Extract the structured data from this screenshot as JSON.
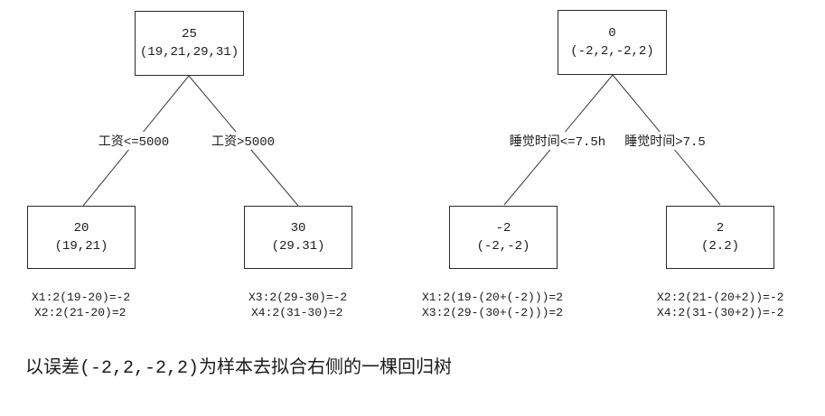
{
  "caption": "以误差(-2,2,-2,2)为样本去拟合右侧的一棵回归树",
  "colors": {
    "background": "#ffffff",
    "line": "#3a3a3a",
    "node_border": "#2a2a2a",
    "text": "#1c1c1c"
  },
  "trees": [
    {
      "name": "salary-regression-tree",
      "root": {
        "value": "25",
        "samples": "(19,21,29,31)"
      },
      "edges": [
        {
          "label": "工资<=5000"
        },
        {
          "label": "工资>5000"
        }
      ],
      "leaves": [
        {
          "value": "20",
          "samples": "(19,21)",
          "formulas": [
            "X1:2(19-20)=-2",
            "X2:2(21-20)=2"
          ]
        },
        {
          "value": "30",
          "samples": "(29.31)",
          "formulas": [
            "X3:2(29-30)=-2",
            "X4:2(31-30)=2"
          ]
        }
      ]
    },
    {
      "name": "residual-regression-tree",
      "root": {
        "value": "0",
        "samples": "(-2,2,-2,2)"
      },
      "edges": [
        {
          "label": "睡觉时间<=7.5h"
        },
        {
          "label": "睡觉时间>7.5"
        }
      ],
      "leaves": [
        {
          "value": "-2",
          "samples": "(-2,-2)",
          "formulas": [
            "X1:2(19-(20+(-2)))=2",
            "X3:2(29-(30+(-2)))=2"
          ]
        },
        {
          "value": "2",
          "samples": "(2.2)",
          "formulas": [
            "X2:2(21-(20+2))=-2",
            "X4:2(31-(30+2))=-2"
          ]
        }
      ]
    }
  ]
}
